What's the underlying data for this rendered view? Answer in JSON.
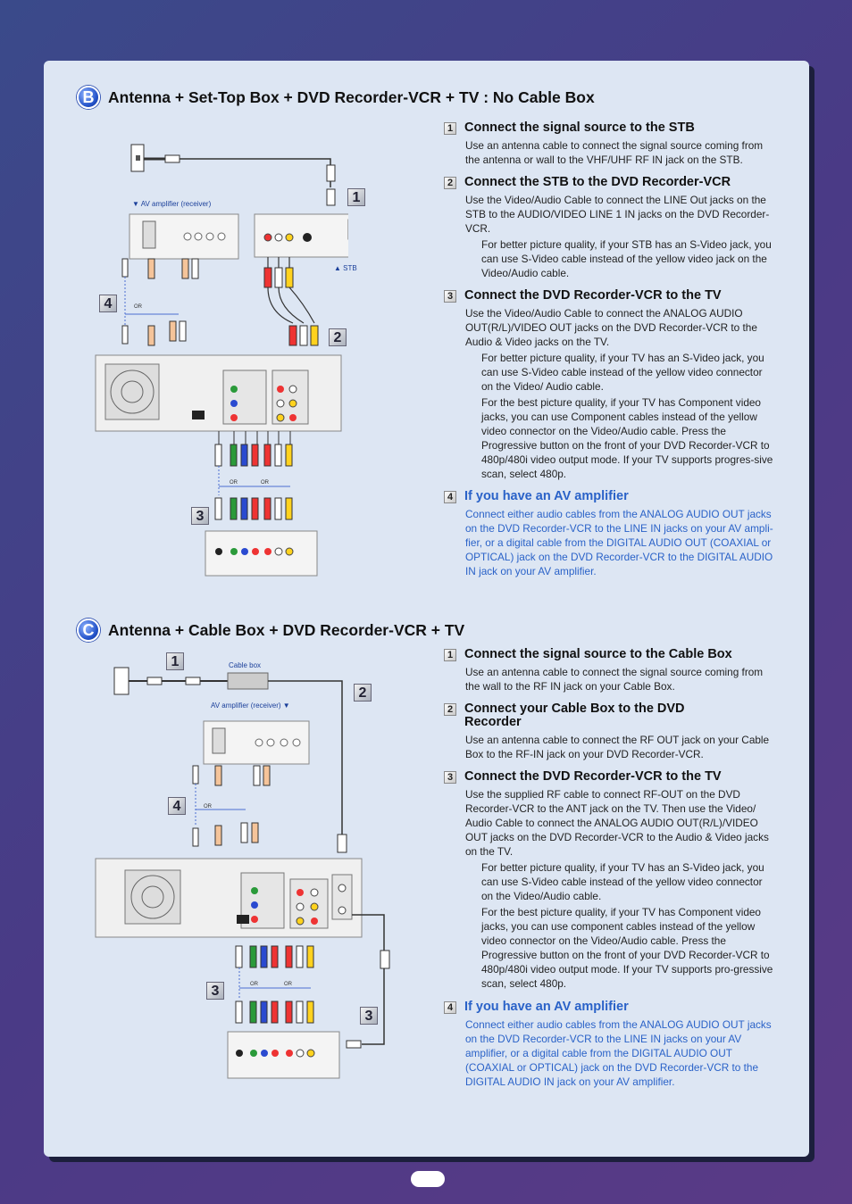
{
  "sectionB": {
    "badge": "B",
    "title": "Antenna + Set-Top Box + DVD Recorder-VCR + TV : No Cable Box",
    "diagram": {
      "av_label": "▼ AV amplifier (receiver)",
      "stb_label": "▲ STB",
      "callouts": [
        "1",
        "2",
        "3",
        "4"
      ]
    },
    "steps": [
      {
        "num": "1",
        "title": "Connect the signal source to the STB",
        "body": "Use an antenna cable to connect the signal source coming from the antenna or wall to the VHF/UHF RF IN jack on the STB."
      },
      {
        "num": "2",
        "title": "Connect the STB to the DVD Recorder-VCR",
        "body": "Use the Video/Audio Cable to connect the LINE Out jacks on the STB to the AUDIO/VIDEO LINE 1 IN jacks on the DVD Recorder-VCR.",
        "note": "For better picture quality, if your STB has an S-Video jack, you can use S-Video cable instead of the yellow video jack on the Video/Audio cable."
      },
      {
        "num": "3",
        "title": "Connect the DVD Recorder-VCR to the TV",
        "body": "Use the Video/Audio Cable to connect the ANALOG AUDIO OUT(R/L)/VIDEO OUT jacks on the DVD Recorder-VCR to the Audio & Video jacks on the TV.",
        "note": "For better picture quality, if your TV has an S-Video jack, you can use S-Video cable instead of the yellow video connector on the Video/ Audio cable.",
        "note2": "For the best picture quality, if your TV has Component video jacks, you can use Component cables instead of the yellow video connector on the Video/Audio cable. Press the Progressive button on the front of your DVD Recorder-VCR to 480p/480i video output mode. If your TV supports progres-sive scan, select 480p."
      },
      {
        "num": "4",
        "title": "If you have an AV amplifier",
        "body": "Connect either audio cables from the ANALOG AUDIO OUT jacks on the DVD Recorder-VCR to the LINE IN jacks on your AV ampli-fier, or a digital cable from the DIGITAL AUDIO OUT (COAXIAL or OPTICAL) jack on the DVD Recorder-VCR to the DIGITAL AUDIO IN jack on your AV amplifier."
      }
    ]
  },
  "sectionC": {
    "badge": "C",
    "title": "Antenna + Cable Box + DVD Recorder-VCR + TV",
    "diagram": {
      "cable_box_label": "Cable box",
      "av_label": "AV amplifier (receiver) ▼",
      "callouts": [
        "1",
        "2",
        "3",
        "3",
        "4"
      ]
    },
    "steps": [
      {
        "num": "1",
        "title": "Connect the signal source to the Cable Box",
        "body": "Use an antenna cable to connect the signal source coming from the wall to the RF IN jack on your Cable Box."
      },
      {
        "num": "2",
        "title": "Connect your Cable Box to the DVD Recorder",
        "body": "Use an antenna cable to connect the RF OUT jack on your Cable Box to the RF-IN jack on your DVD Recorder-VCR."
      },
      {
        "num": "3",
        "title": "Connect the DVD Recorder-VCR to the TV",
        "body": "Use the supplied RF cable to connect RF-OUT on the DVD Recorder-VCR to the ANT jack on the TV. Then use the Video/ Audio Cable to connect the ANALOG AUDIO OUT(R/L)/VIDEO OUT jacks on the DVD Recorder-VCR to the Audio & Video jacks on the TV.",
        "note": "For better picture quality, if your TV has an S-Video jack, you can use S-Video cable instead of the yellow video connector on the Video/Audio cable.",
        "note2": "For the best picture quality, if your TV has Component video jacks, you can use component cables instead of the yellow video connector on the Video/Audio cable. Press the Progressive button on the front of your DVD Recorder-VCR to 480p/480i video output mode. If your TV supports pro-gressive scan, select 480p."
      },
      {
        "num": "4",
        "title": "If you have an AV amplifier",
        "body": "Connect either audio cables from the ANALOG AUDIO OUT jacks on the DVD Recorder-VCR to the LINE IN jacks on your AV amplifier, or a digital cable from the DIGITAL AUDIO OUT (COAXIAL or OPTICAL) jack on the DVD Recorder-VCR to the DIGITAL AUDIO IN jack on your AV amplifier."
      }
    ]
  },
  "colors": {
    "accent_blue": "#2a62c8",
    "panel": "#dde6f3",
    "background": "#42408a"
  }
}
